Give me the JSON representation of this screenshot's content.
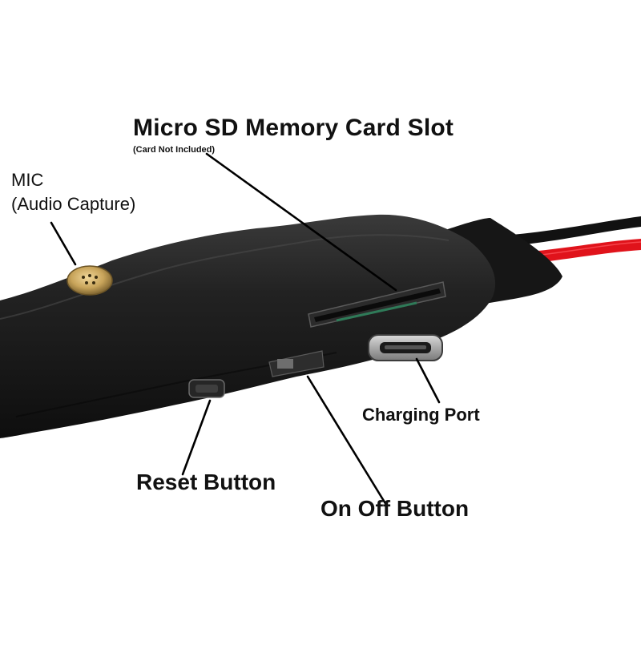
{
  "labels": {
    "sd_slot_title": "Micro SD Memory Card Slot",
    "sd_slot_note": "(Card Not Included)",
    "mic_line1": "MIC",
    "mic_line2": "(Audio Capture)",
    "charging_port": "Charging Port",
    "reset_button": "Reset Button",
    "on_off_button": "On Off Button"
  },
  "colors": {
    "background": "#ffffff",
    "module_body": "#1b1b1b",
    "wire_red": "#e0131b",
    "wire_black": "#111111",
    "mic_brass": "#c8a45a",
    "pointer_line": "#000000",
    "text": "#111111"
  }
}
